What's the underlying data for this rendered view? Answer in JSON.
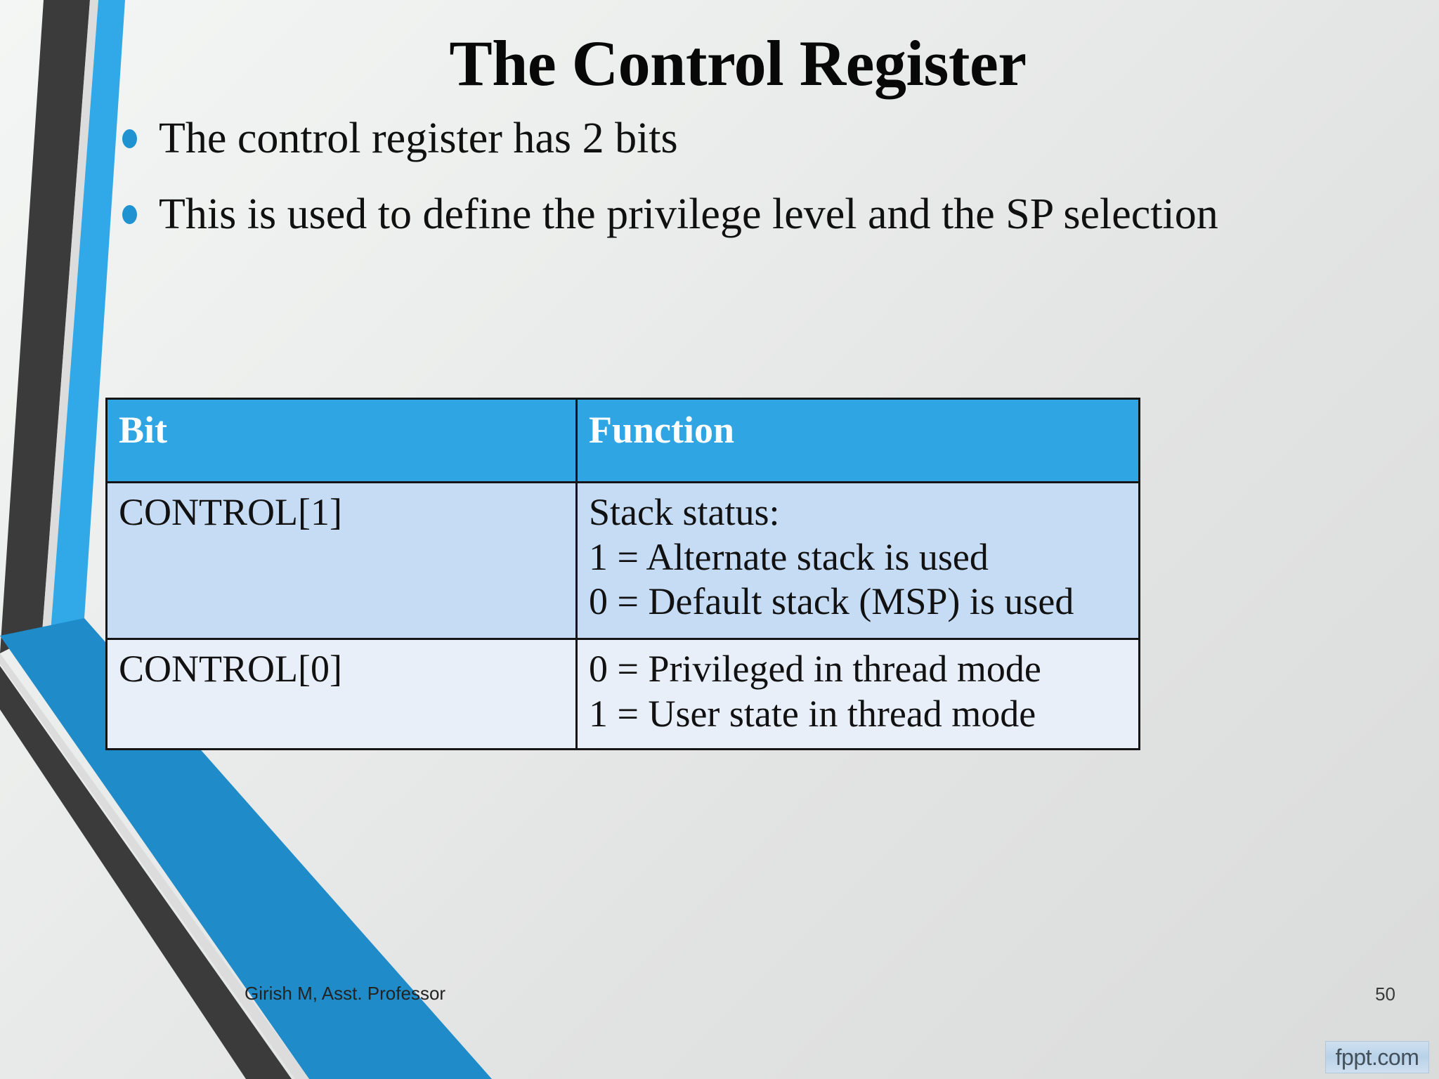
{
  "slide": {
    "title": "The Control Register",
    "bullets": [
      "The control register has 2 bits",
      "This is used to define the privilege level and the SP selection"
    ],
    "table": {
      "headers": [
        "Bit",
        "Function"
      ],
      "rows": [
        {
          "bit": "CONTROL[1]",
          "function_lines": [
            "Stack status:",
            "1 = Alternate stack is used",
            "0 = Default stack (MSP) is used"
          ]
        },
        {
          "bit": "CONTROL[0]",
          "function_lines": [
            "0 = Privileged in thread mode",
            "1 = User state in thread mode"
          ]
        }
      ]
    },
    "footer": {
      "author": "Girish M, Asst. Professor",
      "slide_number": "50",
      "watermark": "fppt.com"
    },
    "colors": {
      "accent_blue": "#30a5e4",
      "deep_blue": "#1f8cc9",
      "dark_gray": "#3b3b3b",
      "row1_bg": "#c6dcf4",
      "row2_bg": "#e8eff9"
    }
  }
}
